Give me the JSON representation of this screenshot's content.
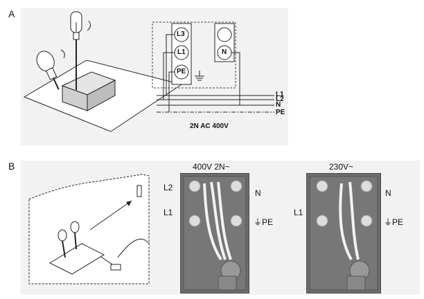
{
  "panels": {
    "a": {
      "letter": "A",
      "terminals": [
        "L3",
        "L1",
        "PE",
        "N"
      ],
      "wires": [
        "L1",
        "L2",
        "N",
        "PE"
      ],
      "supply_label": "2N AC 400V"
    },
    "b": {
      "letter": "B",
      "left_photo": {
        "title": "400V 2N~",
        "labels": {
          "l2": "L2",
          "l1": "L1",
          "n": "N",
          "pe": "PE"
        }
      },
      "right_photo": {
        "title": "230V~",
        "labels": {
          "l1": "L1",
          "n": "N",
          "pe": "PE"
        }
      }
    }
  }
}
